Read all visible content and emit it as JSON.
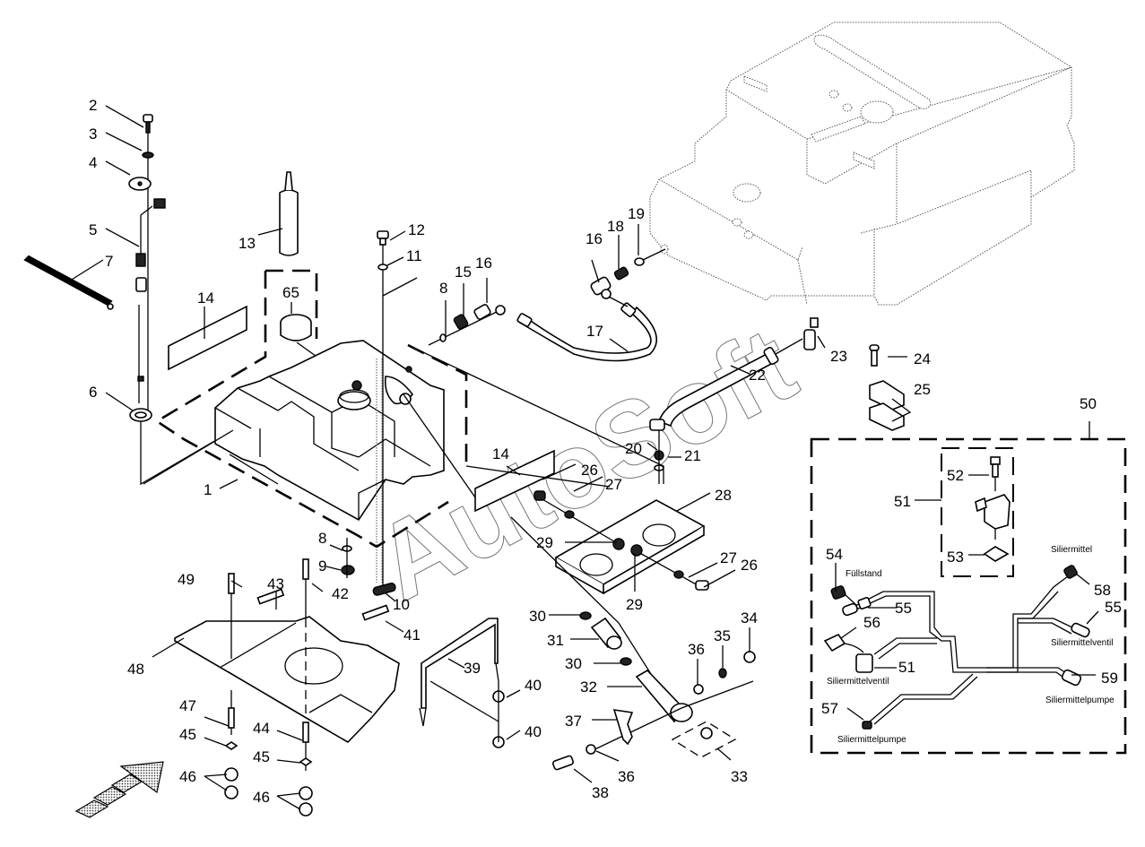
{
  "diagram": {
    "type": "exploded-parts-diagram",
    "watermark": "AutoSoft",
    "callouts": [
      {
        "id": "1",
        "text": "1"
      },
      {
        "id": "2",
        "text": "2"
      },
      {
        "id": "3",
        "text": "3"
      },
      {
        "id": "4",
        "text": "4"
      },
      {
        "id": "5",
        "text": "5"
      },
      {
        "id": "6",
        "text": "6"
      },
      {
        "id": "7",
        "text": "7"
      },
      {
        "id": "8a",
        "text": "8"
      },
      {
        "id": "8b",
        "text": "8"
      },
      {
        "id": "9",
        "text": "9"
      },
      {
        "id": "10",
        "text": "10"
      },
      {
        "id": "11",
        "text": "11"
      },
      {
        "id": "12",
        "text": "12"
      },
      {
        "id": "13",
        "text": "13"
      },
      {
        "id": "14a",
        "text": "14"
      },
      {
        "id": "14b",
        "text": "14"
      },
      {
        "id": "15",
        "text": "15"
      },
      {
        "id": "16a",
        "text": "16"
      },
      {
        "id": "16b",
        "text": "16"
      },
      {
        "id": "17",
        "text": "17"
      },
      {
        "id": "18",
        "text": "18"
      },
      {
        "id": "19",
        "text": "19"
      },
      {
        "id": "20",
        "text": "20"
      },
      {
        "id": "21",
        "text": "21"
      },
      {
        "id": "22",
        "text": "22"
      },
      {
        "id": "23",
        "text": "23"
      },
      {
        "id": "24",
        "text": "24"
      },
      {
        "id": "25",
        "text": "25"
      },
      {
        "id": "26a",
        "text": "26"
      },
      {
        "id": "26b",
        "text": "26"
      },
      {
        "id": "27a",
        "text": "27"
      },
      {
        "id": "27b",
        "text": "27"
      },
      {
        "id": "28",
        "text": "28"
      },
      {
        "id": "29a",
        "text": "29"
      },
      {
        "id": "29b",
        "text": "29"
      },
      {
        "id": "30a",
        "text": "30"
      },
      {
        "id": "30b",
        "text": "30"
      },
      {
        "id": "31",
        "text": "31"
      },
      {
        "id": "32",
        "text": "32"
      },
      {
        "id": "33",
        "text": "33"
      },
      {
        "id": "34",
        "text": "34"
      },
      {
        "id": "35",
        "text": "35"
      },
      {
        "id": "36a",
        "text": "36"
      },
      {
        "id": "36b",
        "text": "36"
      },
      {
        "id": "37",
        "text": "37"
      },
      {
        "id": "38",
        "text": "38"
      },
      {
        "id": "39",
        "text": "39"
      },
      {
        "id": "40a",
        "text": "40"
      },
      {
        "id": "40b",
        "text": "40"
      },
      {
        "id": "41",
        "text": "41"
      },
      {
        "id": "42",
        "text": "42"
      },
      {
        "id": "43",
        "text": "43"
      },
      {
        "id": "44",
        "text": "44"
      },
      {
        "id": "45a",
        "text": "45"
      },
      {
        "id": "45b",
        "text": "45"
      },
      {
        "id": "46a",
        "text": "46"
      },
      {
        "id": "46b",
        "text": "46"
      },
      {
        "id": "47",
        "text": "47"
      },
      {
        "id": "48",
        "text": "48"
      },
      {
        "id": "49",
        "text": "49"
      },
      {
        "id": "50",
        "text": "50"
      },
      {
        "id": "51a",
        "text": "51"
      },
      {
        "id": "51b",
        "text": "51"
      },
      {
        "id": "52",
        "text": "52"
      },
      {
        "id": "53",
        "text": "53"
      },
      {
        "id": "54",
        "text": "54"
      },
      {
        "id": "55a",
        "text": "55"
      },
      {
        "id": "55b",
        "text": "55"
      },
      {
        "id": "56",
        "text": "56"
      },
      {
        "id": "57",
        "text": "57"
      },
      {
        "id": "58",
        "text": "58"
      },
      {
        "id": "59",
        "text": "59"
      },
      {
        "id": "65",
        "text": "65"
      }
    ],
    "harness_labels": {
      "fuellstand": "Füllstand",
      "siliermittel": "Siliermittel",
      "siliermittelventil_right": "Siliermittelventil",
      "siliermittelventil_left": "Siliermittelventil",
      "siliermittelpumpe_right": "Siliermittelpumpe",
      "siliermittelpumpe_left": "Siliermittelpumpe"
    }
  }
}
